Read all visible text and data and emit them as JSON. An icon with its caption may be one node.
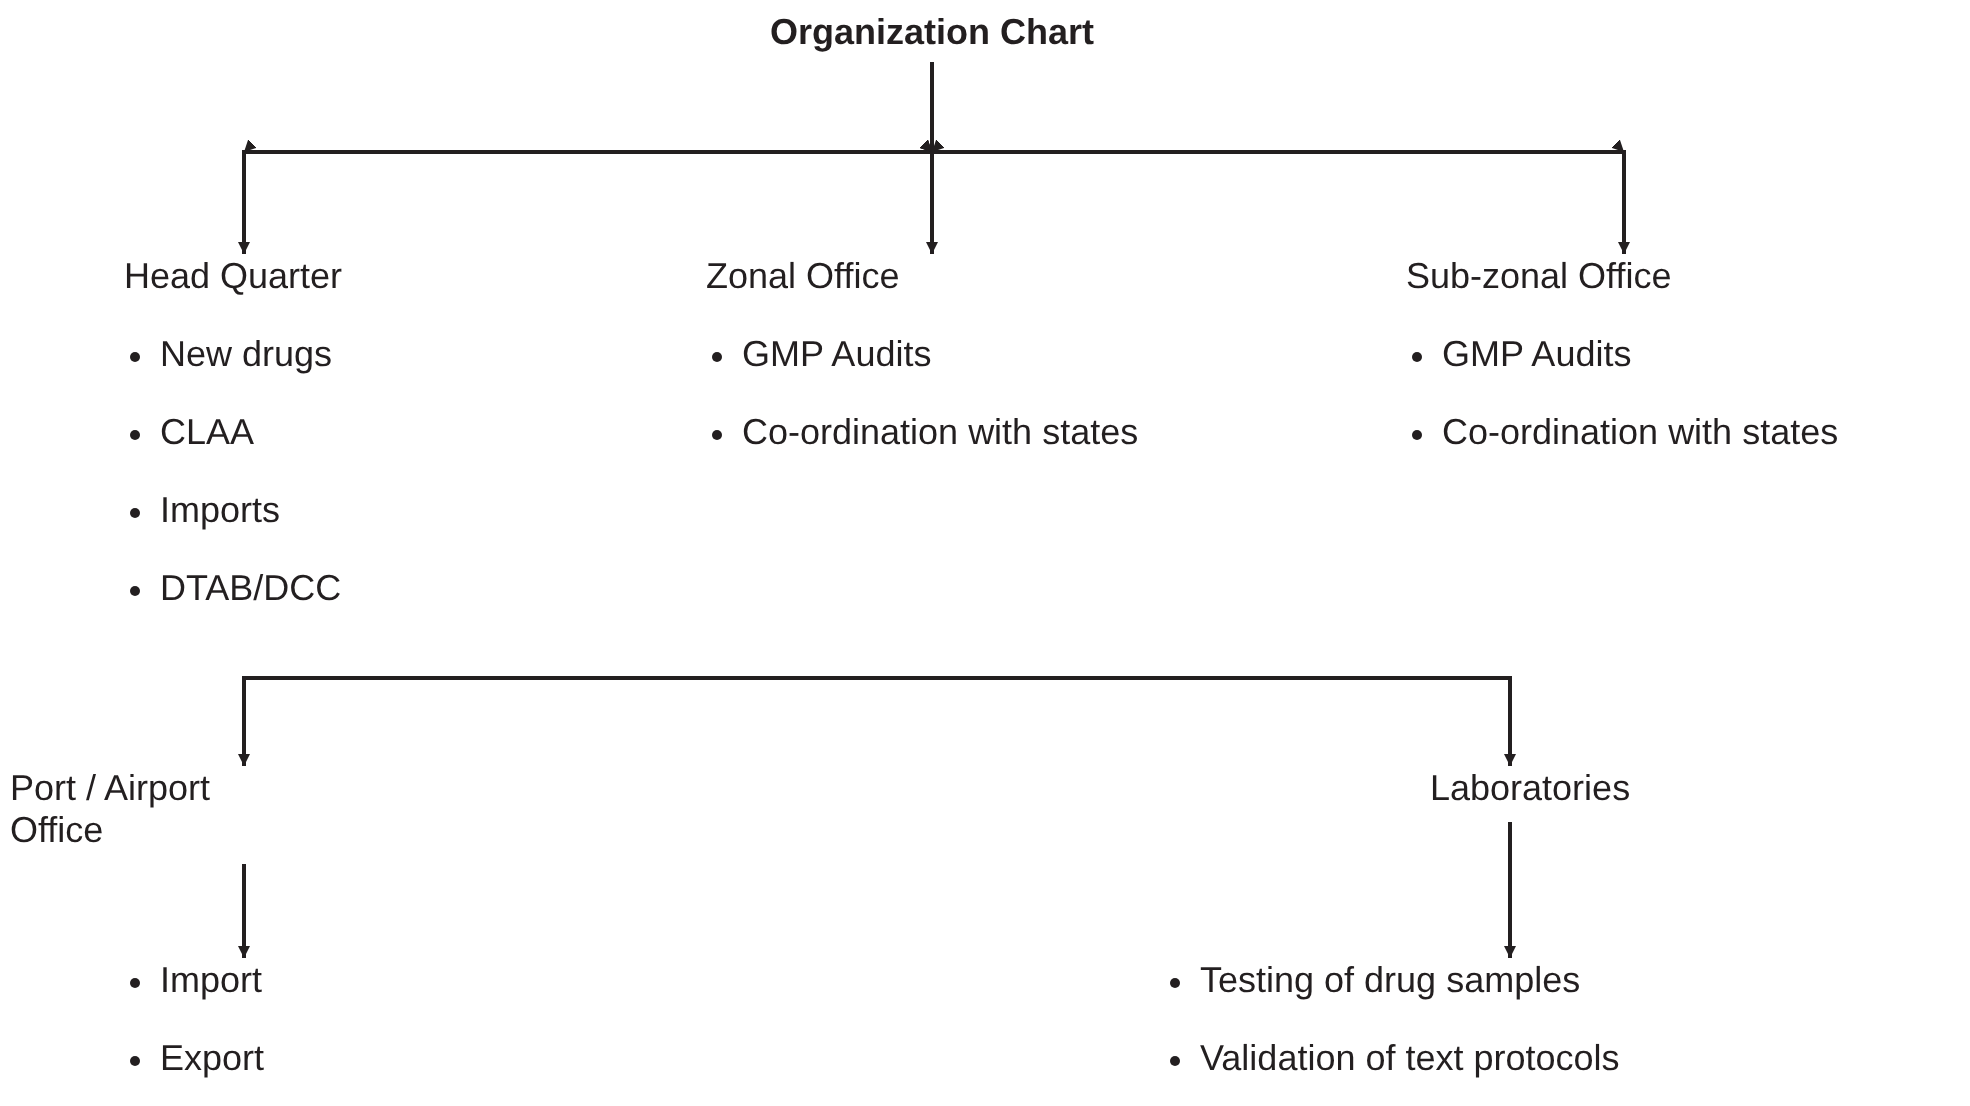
{
  "diagram": {
    "nodes": [
      {
        "text": [
          "Organization Chart"
        ]
      },
      {
        "text": [
          "Head Quarter",
          "New drugs",
          "CLAA",
          "Imports",
          "DTAB/DCC"
        ]
      },
      {
        "text": [
          "Zonal Office",
          "GMP Audits",
          "Co-ordination with states"
        ]
      },
      {
        "text": [
          "Sub-zonal Office",
          "GMP Audits",
          "Co-ordination with states"
        ]
      },
      {
        "text": [
          "Port / Airport Office"
        ]
      },
      {
        "text": [
          "Import",
          "Export"
        ]
      },
      {
        "text": [
          "Laboratories"
        ]
      },
      {
        "text": [
          "Testing of drug samples",
          "Validation of text protocols"
        ]
      }
    ],
    "edges": [
      {
        "from": 0,
        "to": 1,
        "arrow": "to"
      },
      {
        "from": 0,
        "to": 2,
        "arrow": "to"
      },
      {
        "from": 0,
        "to": 3,
        "arrow": "to"
      },
      {
        "from": null,
        "to": 4,
        "arrow": "to"
      },
      {
        "from": null,
        "to": 6,
        "arrow": "to"
      },
      {
        "from": 4,
        "to": 5,
        "arrow": "to"
      },
      {
        "from": 6,
        "to": 7,
        "arrow": "to"
      }
    ]
  }
}
